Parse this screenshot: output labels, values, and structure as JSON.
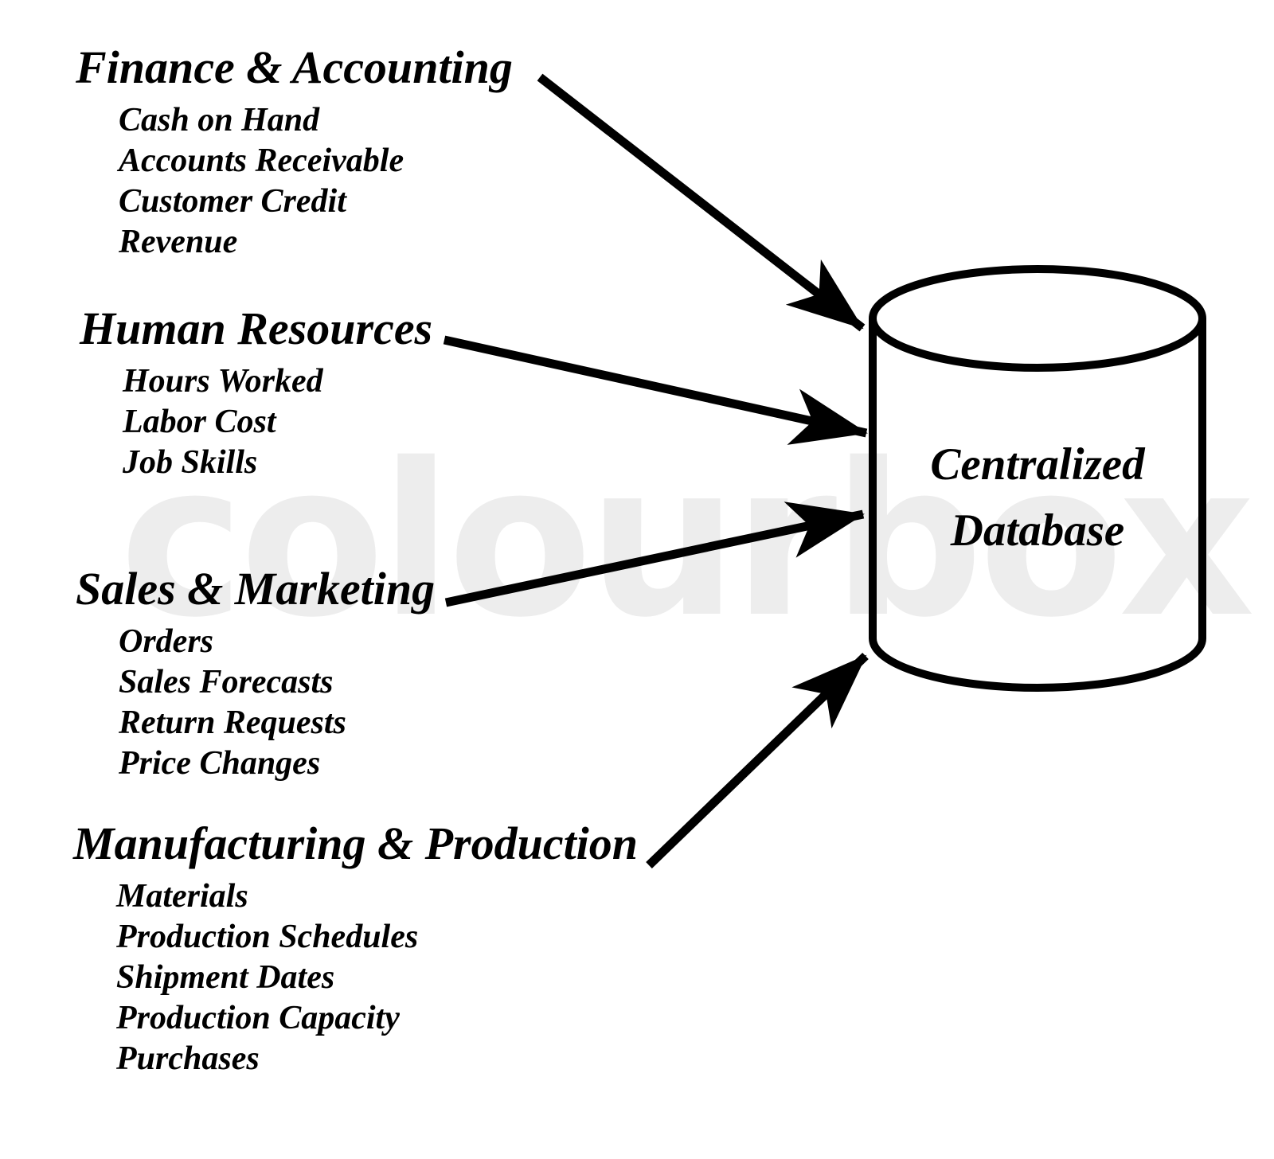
{
  "database": {
    "label": "Centralized Database"
  },
  "sections": [
    {
      "heading": "Finance & Accounting",
      "items": [
        "Cash on Hand",
        "Accounts Receivable",
        "Customer Credit",
        "Revenue"
      ]
    },
    {
      "heading": "Human Resources",
      "items": [
        "Hours Worked",
        "Labor Cost",
        "Job Skills"
      ]
    },
    {
      "heading": "Sales & Marketing",
      "items": [
        "Orders",
        "Sales Forecasts",
        "Return Requests",
        "Price Changes"
      ]
    },
    {
      "heading": "Manufacturing & Production",
      "items": [
        "Materials",
        "Production Schedules",
        "Shipment Dates",
        "Production Capacity",
        "Purchases"
      ]
    }
  ],
  "watermark": {
    "text": "colourbox"
  },
  "colors": {
    "ink": "#000000",
    "background": "#ffffff",
    "watermark_gray": "#ededed"
  }
}
